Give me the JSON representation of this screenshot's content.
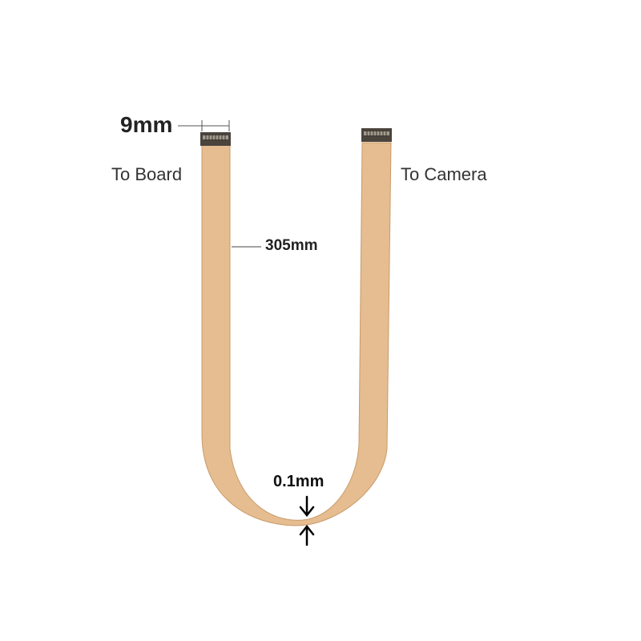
{
  "labels": {
    "connector_width": "9mm",
    "cable_length": "305mm",
    "cable_thickness": "0.1mm",
    "left_end": "To Board",
    "right_end": "To Camera"
  },
  "colors": {
    "cable": "#e5bd90",
    "cable_edge": "#c99a6a",
    "connector_body": "#4a443d",
    "connector_pins": "#a29a8c",
    "dimension_line": "#555555",
    "arrow": "#000000"
  }
}
